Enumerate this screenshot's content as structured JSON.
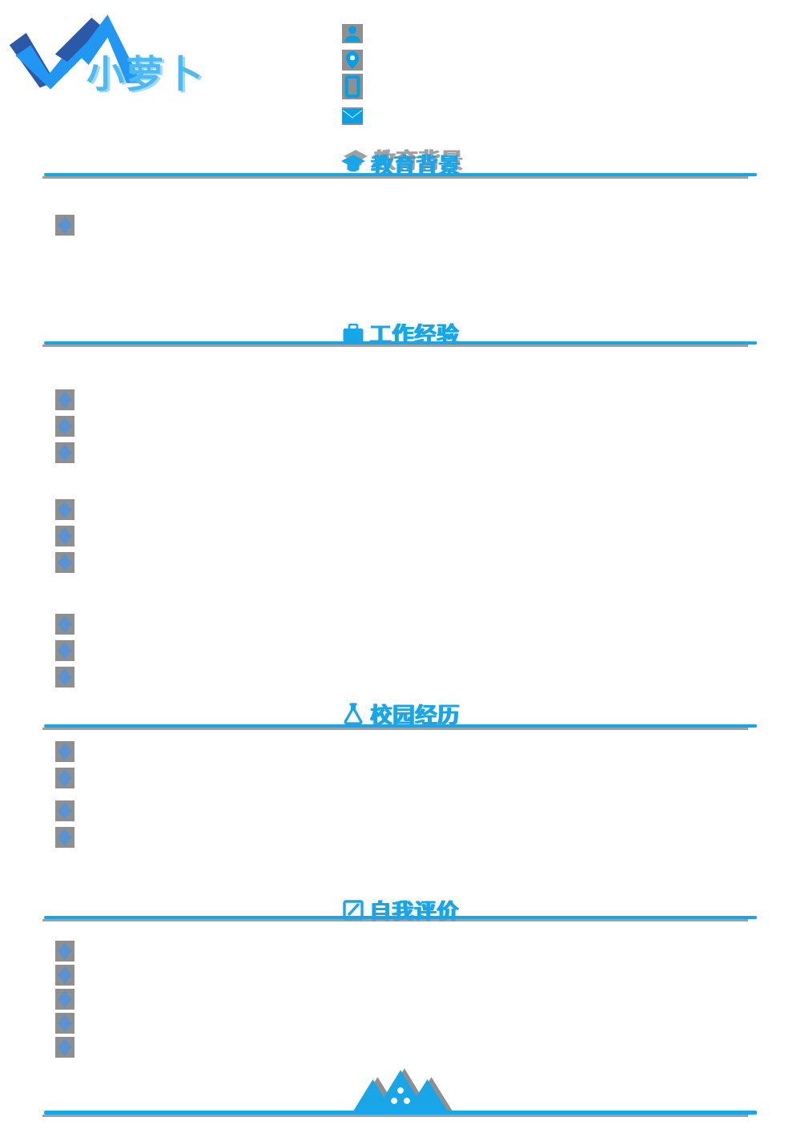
{
  "logo": {
    "text": "小萝卜"
  },
  "contact": {
    "icons": [
      {
        "name": "user-icon"
      },
      {
        "name": "location-pin-icon"
      },
      {
        "name": "phone-icon"
      },
      {
        "name": "email-icon"
      }
    ]
  },
  "sections": [
    {
      "title": "教育背景",
      "icon": "graduation-cap-icon"
    },
    {
      "title": "工作经验",
      "icon": "briefcase-icon"
    },
    {
      "title": "校园经历",
      "icon": "flask-icon"
    },
    {
      "title": "自我评价",
      "icon": "edit-square-icon"
    }
  ],
  "bullet_groups": {
    "education": [
      1
    ],
    "work": [
      3,
      3,
      3
    ],
    "campus": [
      2,
      2
    ],
    "self_evaluation": [
      5
    ]
  },
  "colors": {
    "primary_blue": "#18a6e9",
    "diamond_blue": "#5b93d2",
    "shadow_gray": "#8f8f8f",
    "logo_dark_blue": "#2c59a7",
    "logo_light_blue": "#2196f3",
    "logo_text_blue": "#4cb9f2",
    "background": "#ffffff"
  }
}
